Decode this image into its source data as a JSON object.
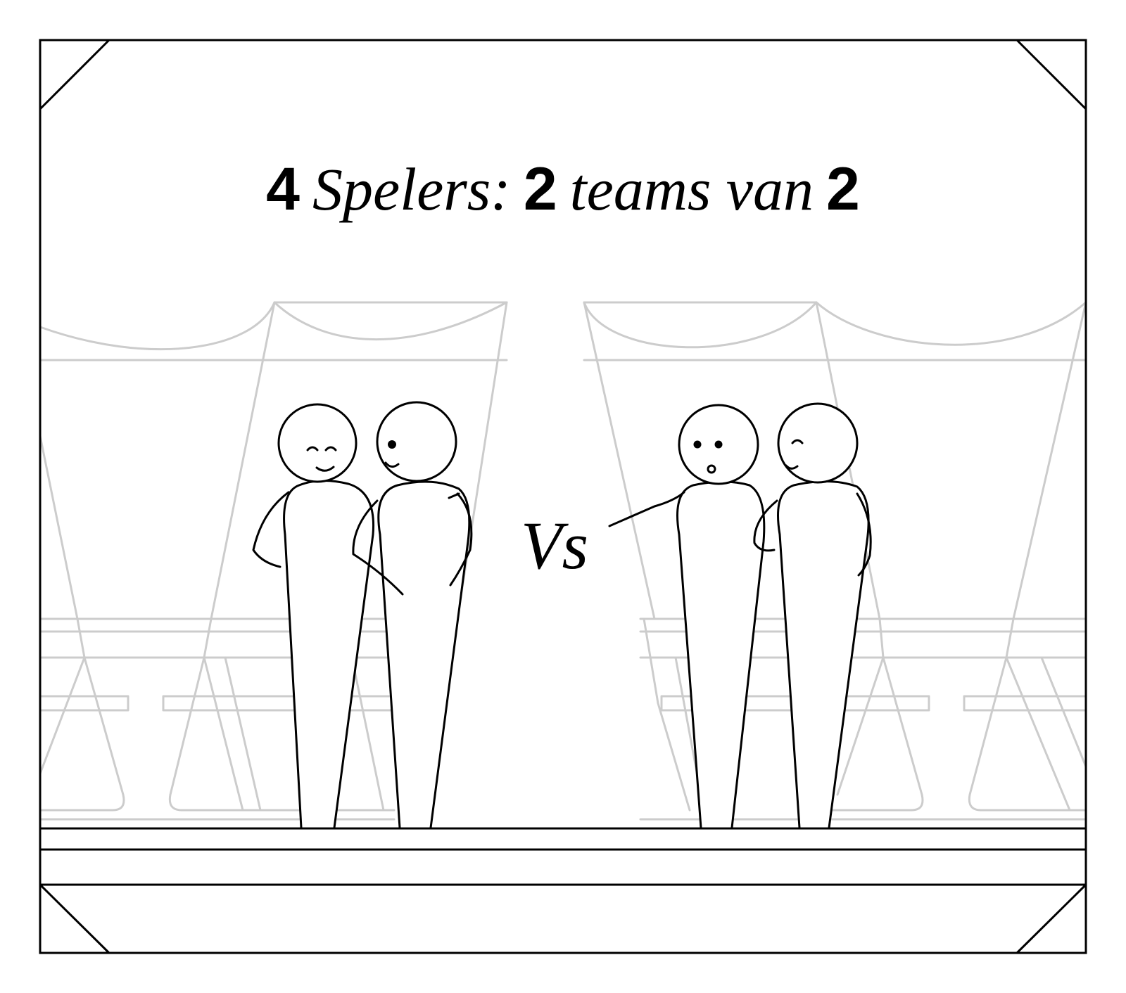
{
  "title": {
    "n1": "4",
    "w1": "Spelers:",
    "n2": "2",
    "w2": "teams van",
    "n3": "2"
  },
  "vs_label": "Vs",
  "colors": {
    "ink": "#000000",
    "background_lines": "#cccccc",
    "paper": "#ffffff"
  }
}
